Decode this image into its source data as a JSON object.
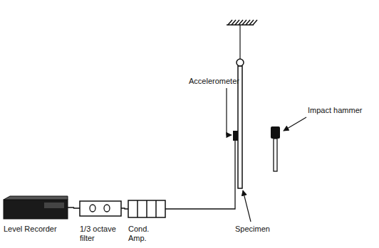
{
  "diagram": {
    "nodes": [
      {
        "text": [
          "Level Recorder"
        ]
      },
      {
        "text": [
          "1/3 octave filter"
        ]
      },
      {
        "text": [
          "Cond. Amp."
        ]
      }
    ],
    "edges": [
      {
        "from": 0,
        "to": 1,
        "arrow": "none"
      },
      {
        "from": 1,
        "to": 2,
        "arrow": "none"
      }
    ],
    "labels": [
      "Accelerometer",
      "Impact hammer",
      "Specimen"
    ]
  }
}
